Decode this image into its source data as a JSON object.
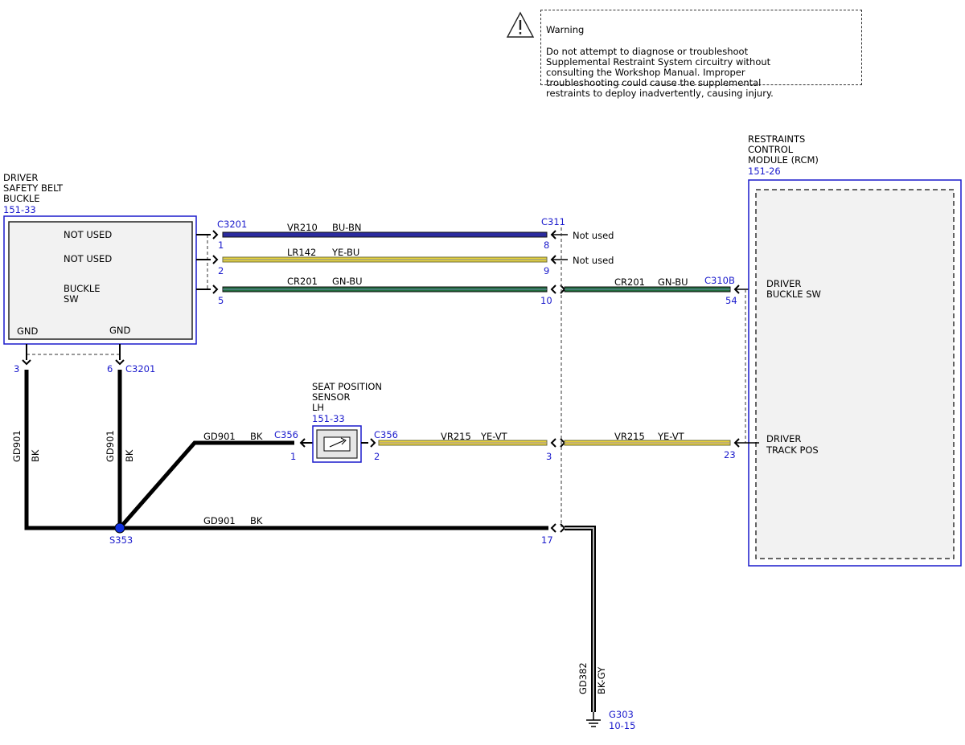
{
  "warning": {
    "title": "Warning",
    "text": "Do not attempt to diagnose or troubleshoot\nSupplemental Restraint System circuitry without\nconsulting the Workshop Manual. Improper\ntroubleshooting could cause the supplemental\nrestraints to deploy inadvertently, causing injury."
  },
  "colors": {
    "connector_blue": "#1a1acc",
    "wire_bu_bn": "#2b2b9e",
    "wire_ye": "#e8d23a",
    "wire_gn": "#1f6b3a",
    "wire_bk": "#000000",
    "splice": "#1030e0"
  },
  "components": {
    "buckle": {
      "line1": "DRIVER",
      "line2": "SAFETY BELT",
      "line3": "BUCKLE",
      "ref": "151-33",
      "pin_not_used_1": "NOT USED",
      "pin_not_used_2": "NOT USED",
      "pin_buckle_1": "BUCKLE",
      "pin_buckle_2": "SW",
      "gnd_left": "GND",
      "gnd_right": "GND"
    },
    "rcm": {
      "line1": "RESTRAINTS",
      "line2": "CONTROL",
      "line3": "MODULE (RCM)",
      "ref": "151-26",
      "pin_buckle_1": "DRIVER",
      "pin_buckle_2": "BUCKLE SW",
      "pin_track_1": "DRIVER",
      "pin_track_2": "TRACK POS"
    },
    "seat_sensor": {
      "line1": "SEAT POSITION",
      "line2": "SENSOR",
      "line3": "LH",
      "ref": "151-33"
    }
  },
  "connectors": {
    "c3201": "C3201",
    "c311": "C311",
    "c310b": "C310B",
    "c356": "C356",
    "c3201_gnd": "C3201",
    "s353": "S353",
    "g303": "G303",
    "g303_ref": "10-15"
  },
  "pins": {
    "c3201_1": "1",
    "c3201_2": "2",
    "c3201_5": "5",
    "c3201_3": "3",
    "c3201_6": "6",
    "c311_8": "8",
    "c311_9": "9",
    "c311_10": "10",
    "c311_3": "3",
    "c311_17": "17",
    "c310b_54": "54",
    "c310b_23": "23",
    "c356_1": "1",
    "c356_2": "2"
  },
  "wires": {
    "vr210": {
      "circuit": "VR210",
      "color": "BU-BN"
    },
    "lr142": {
      "circuit": "LR142",
      "color": "YE-BU"
    },
    "cr201_a": {
      "circuit": "CR201",
      "color": "GN-BU"
    },
    "cr201_b": {
      "circuit": "CR201",
      "color": "GN-BU"
    },
    "vr215_a": {
      "circuit": "VR215",
      "color": "YE-VT"
    },
    "vr215_b": {
      "circuit": "VR215",
      "color": "YE-VT"
    },
    "gd901_sensor": {
      "circuit": "GD901",
      "color": "BK"
    },
    "gd901_main": {
      "circuit": "GD901",
      "color": "BK"
    },
    "gd901_v1": {
      "circuit": "GD901",
      "color": "BK"
    },
    "gd901_v2": {
      "circuit": "GD901",
      "color": "BK"
    },
    "gd382": {
      "circuit": "GD382",
      "color": "BK-GY"
    }
  },
  "notes": {
    "not_used_1": "Not used",
    "not_used_2": "Not used"
  }
}
